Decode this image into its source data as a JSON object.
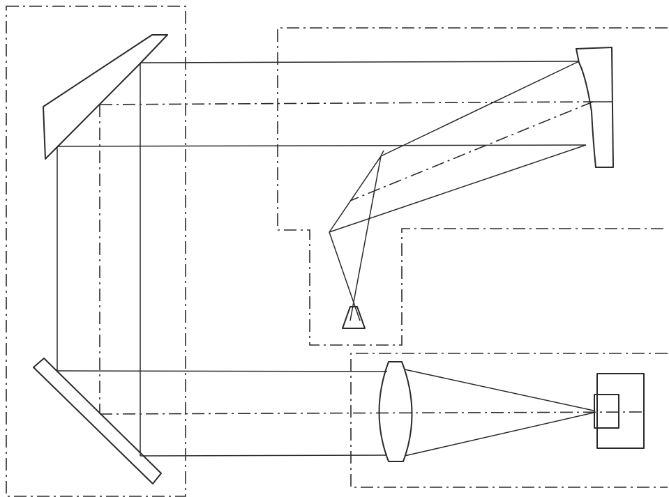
{
  "diagram": {
    "ink_color": "#2a2a2a",
    "background_color": "#ffffff",
    "components": [
      "upper-fold-mirror",
      "lower-fold-mirror",
      "concave-mirror",
      "prism-focus-assembly",
      "objective-lens",
      "detector"
    ]
  }
}
